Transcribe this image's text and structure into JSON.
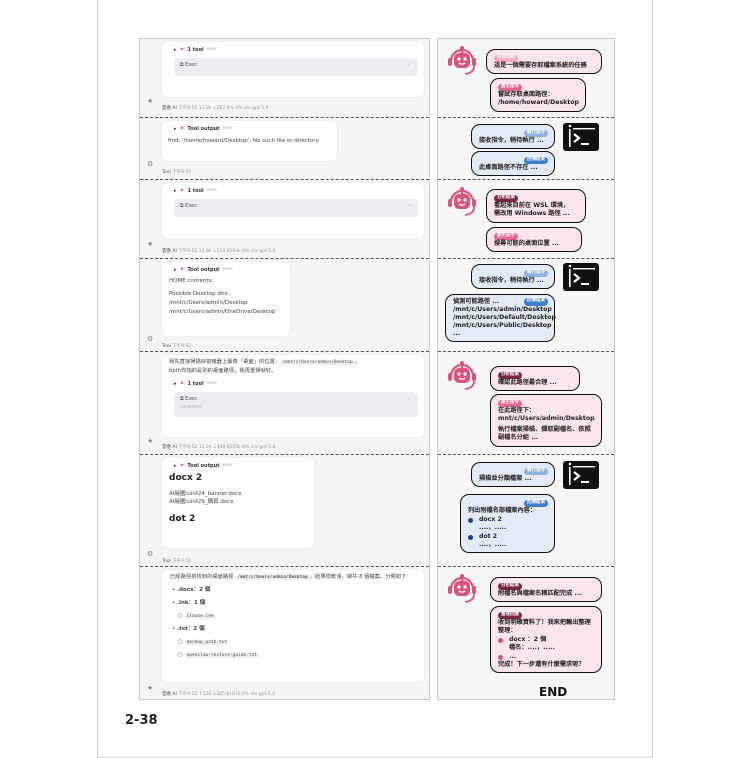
{
  "page_number": "2-38",
  "left": {
    "s1": {
      "tool_count": "1 tool",
      "tool_sub": "exec",
      "exec_label": "Exec",
      "author": "雲喬 AI",
      "meta": "下午9:52  11.3k  ↓282  8%  0% ctx  gpt-5.4"
    },
    "s2": {
      "tool_output": "Tool output",
      "tool_sub": "exec",
      "output": "find: '/home/howard/Desktop': No such file or directory",
      "author": "Tool",
      "meta": "下午9:52"
    },
    "s3": {
      "tool_count": "1 tool",
      "tool_sub": "exec",
      "exec_label": "Exec",
      "author": "雲喬 AI",
      "meta": "下午9:52  11.8k  ↓114  8104k  0% ctx  gpt-5.4"
    },
    "s4": {
      "tool_output": "Tool output",
      "tool_sub": "exec",
      "line1": "HOME contents:",
      "line2": "Possible Desktop dirs:",
      "line3": "/mnt/c/Users/admin/Desktop",
      "line4": "/mnt/c/Users/admin/OneDrive/Desktop",
      "author": "Tool",
      "meta": "下午9:52"
    },
    "s5": {
      "text_a": "我先直接掃描目前機器上最像「桌面」的位置：",
      "code": "/mnt/c/Users/admin/Desktop",
      "text_b": "。",
      "text_c": "bpth你指的是別的桌面路徑，我再重掃就好。",
      "tool_count": "1 tool",
      "tool_sub": "exec",
      "exec_label": "Exec",
      "exec_status": "Completed",
      "author": "雲喬 AI",
      "meta": "下午9:52  12.2k  ↓348  8105k  0% ctx  gpt-5.4"
    },
    "s6": {
      "tool_output": "Tool output",
      "tool_sub": "exec",
      "h1": "docx 2",
      "f1": "AI繪圖/unit24_banner.docx",
      "f2": "AI繪圖/unit29_網頁.docx",
      "h2": "dot 2",
      "author": "Tool",
      "meta": "下午9:52"
    },
    "s7": {
      "text_a": "已經路徑前找到的桌面路徑",
      "code": "/mnt/c/Users/admin/Desktop",
      "text_b": "，結果很乾淨，總共 8 個檔案，分類如下：",
      "b1": ".docx：2 個",
      "b2": ".lnk：1 個",
      "b2a": "Claude.lnk",
      "b3": ".txt：2 個",
      "b3a": "backup_path.txt",
      "b3b": "openclaw-restore-guide.txt",
      "author": "雲喬 AI",
      "meta": "下午9:52  ↑320  ↓305  8107k  0% ctx  gpt-5.4"
    }
  },
  "right": {
    "colors": {
      "pink_tag": "#e56a90",
      "dark_tag": "#7b2645",
      "blue_tag": "#3f7fd0",
      "light_blue_tag": "#8fb2e3",
      "robot": "#d9557a",
      "bullet_blue": "#1a3d9c",
      "bullet_pink": "#d9557a"
    },
    "s1": {
      "tag1": "任務理解",
      "b1": "這是一個需要存取檔案系統的任務",
      "tag2": "產生指令",
      "b2a": "嘗試存取桌面路徑：",
      "b2b": "/home/howard/Desktop"
    },
    "s2": {
      "tag1": "執行指令",
      "b1": "接收指令，稍待執行 ...",
      "tag2": "回傳結果",
      "b2": "此桌面路徑不存在 ..."
    },
    "s3": {
      "tag1": "分析結果",
      "b1a": "看起來目前在 WSL 環境，",
      "b1b": "需改用 Windows 路徑 ...",
      "tag2": "產生指令",
      "b2": "搜尋可能的桌面位置 ..."
    },
    "s4": {
      "tag1": "執行指令",
      "b1": "接收指令，稍待執行 ...",
      "tag2": "回傳結果",
      "b2a": "偵測可能路徑 ...",
      "b2b": "/mnt/c/Users/admin/Desktop",
      "b2c": "/mnt/c/Users/Default/Desktop",
      "b2d": "/mnt/c/Users/Public/Desktop",
      "b2e": "..."
    },
    "s5": {
      "tag1": "分析結果",
      "b1": "確認此路徑最合理 ...",
      "tag2": "產生指令",
      "b2a": "在此路徑下：",
      "b2b": "mnt/c/Users/admin/Desktop",
      "b2c": "執行檔案掃描、擷取副檔名、依照副檔名分組 ..."
    },
    "s6": {
      "tag1": "執行指令",
      "b1": "掃描並分類檔案 ...",
      "tag2": "回傳結果",
      "b2a": "列出附檔名部檔案內容：",
      "i1": "docx 2",
      "i1s": "....，.....",
      "i2": "dot 2",
      "i2s": "....，....."
    },
    "s7": {
      "tag1": "分析結果",
      "b1": "附檔名與檔案名稱匹配完成 ...",
      "tag2": "整理回應",
      "b2a": "收到明確資料了！我來把輸出整理整理：",
      "i1": "docx ：2 個",
      "i1s": "檔名：....，.....",
      "i2": "...",
      "b2z": "完成！下一步還有什麼需求呢？"
    },
    "end": "END"
  }
}
